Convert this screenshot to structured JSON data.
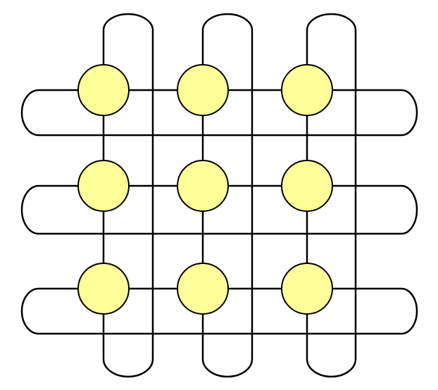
{
  "diagram": {
    "type": "folded-torus-network",
    "rows": 3,
    "columns": 3,
    "nodes": [
      {
        "row": 0,
        "col": 0
      },
      {
        "row": 0,
        "col": 1
      },
      {
        "row": 0,
        "col": 2
      },
      {
        "row": 1,
        "col": 0
      },
      {
        "row": 1,
        "col": 1
      },
      {
        "row": 1,
        "col": 2
      },
      {
        "row": 2,
        "col": 0
      },
      {
        "row": 2,
        "col": 1
      },
      {
        "row": 2,
        "col": 2
      }
    ],
    "colors": {
      "node_fill": "#ffff99",
      "node_stroke": "#000000",
      "link_stroke": "#000000",
      "background": "#ffffff"
    }
  }
}
